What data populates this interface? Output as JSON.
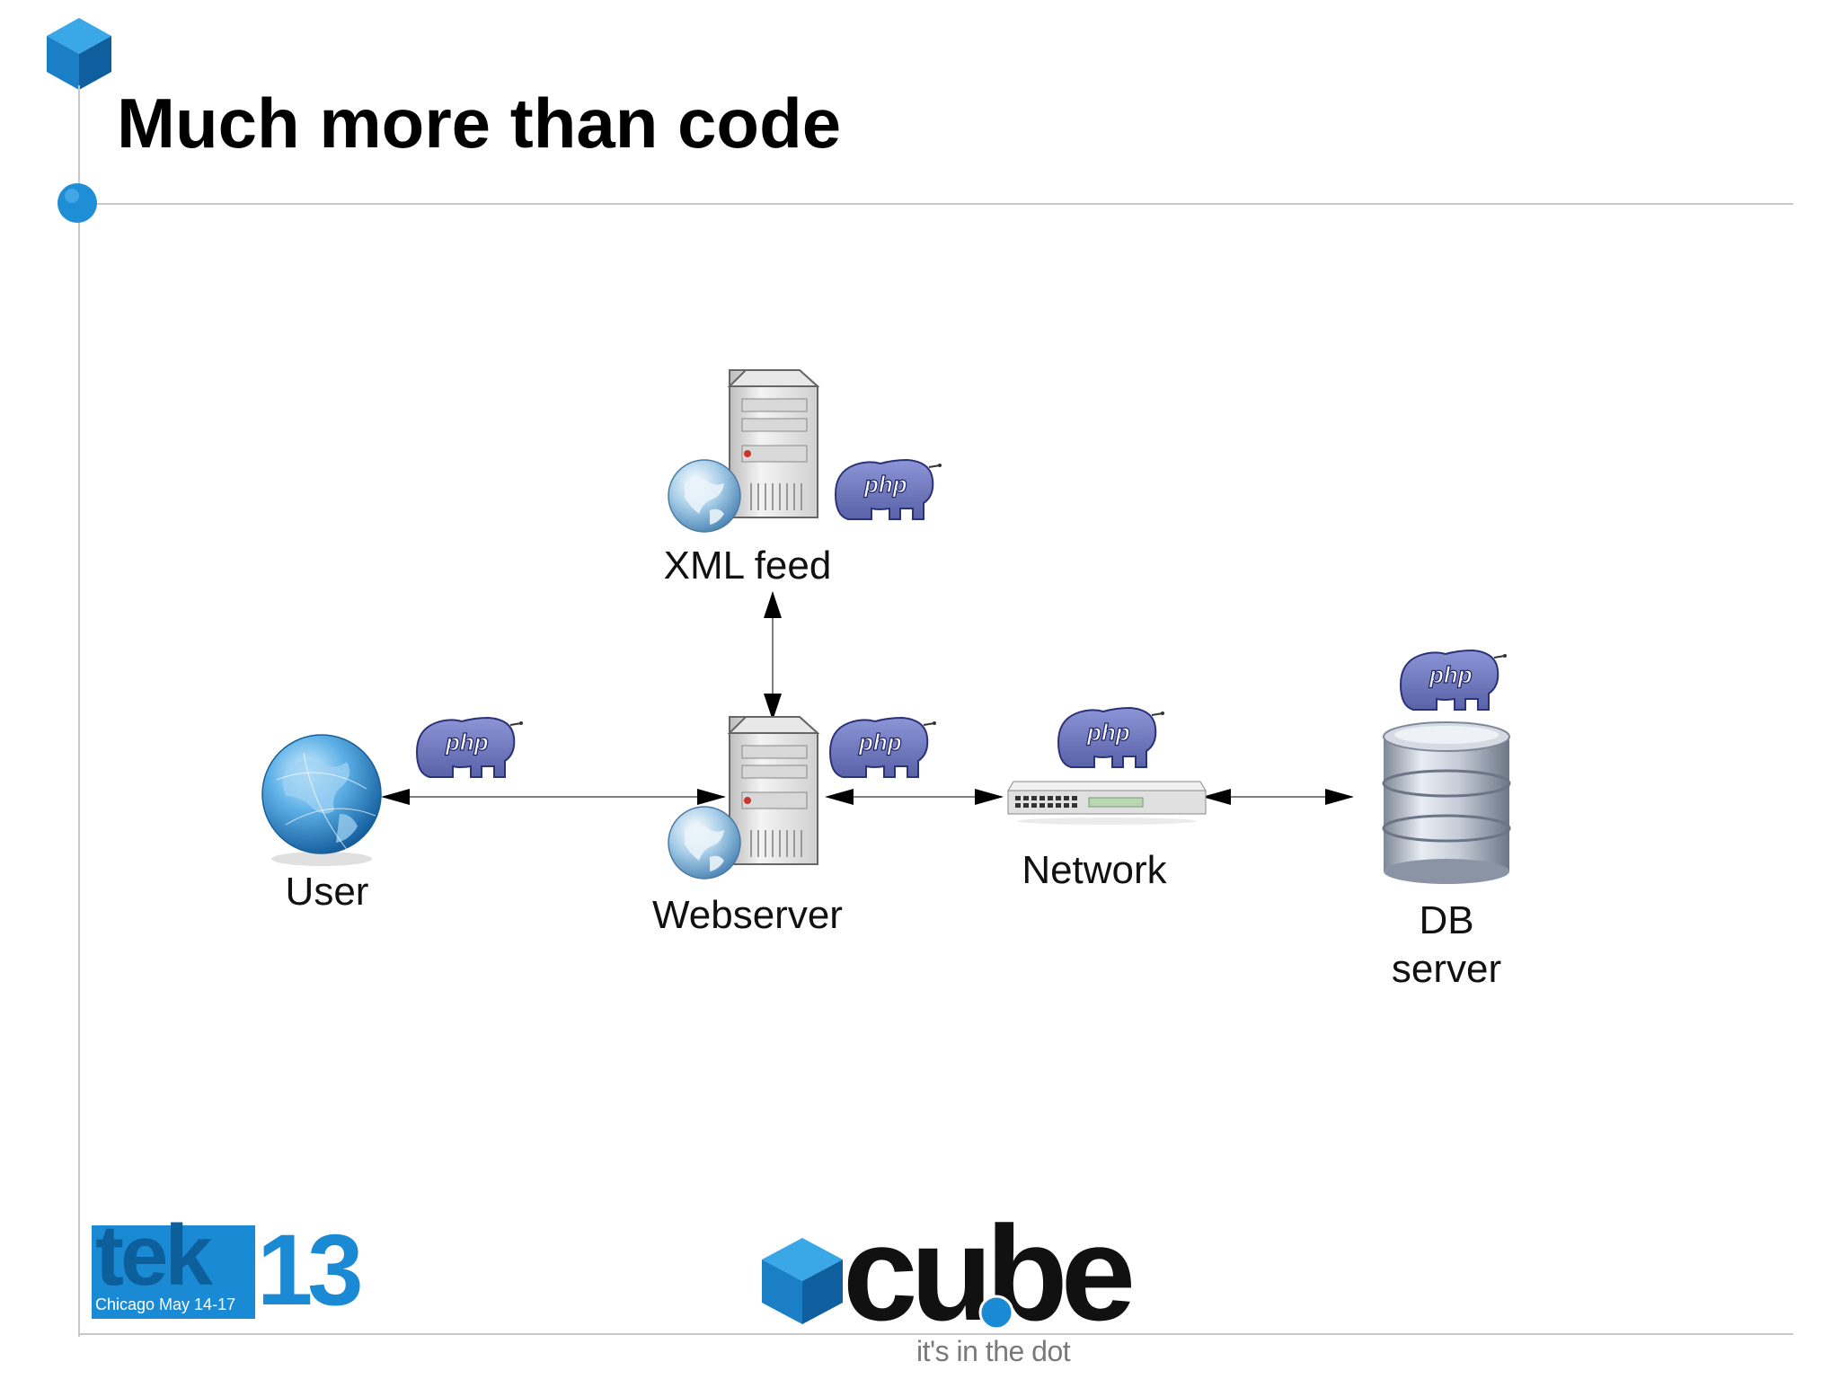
{
  "slide": {
    "title": "Much more than code",
    "accent_color": "#1e8fd6",
    "rule_color": "#c8c8c8"
  },
  "diagram": {
    "nodes": [
      {
        "id": "xml-feed",
        "label": "XML feed",
        "icon": "server-globe-icon"
      },
      {
        "id": "user",
        "label": "User",
        "icon": "globe-icon"
      },
      {
        "id": "webserver",
        "label": "Webserver",
        "icon": "server-globe-icon"
      },
      {
        "id": "network",
        "label": "Network",
        "icon": "network-switch-icon"
      },
      {
        "id": "db-server",
        "label": "DB\nserver",
        "label_line1": "DB",
        "label_line2": "server",
        "icon": "database-icon"
      }
    ],
    "php_badge_text": "php",
    "edges": [
      {
        "from": "webserver",
        "to": "xml-feed",
        "direction": "both"
      },
      {
        "from": "user",
        "to": "webserver",
        "direction": "both"
      },
      {
        "from": "webserver",
        "to": "network",
        "direction": "both"
      },
      {
        "from": "network",
        "to": "db-server",
        "direction": "both"
      }
    ]
  },
  "footer": {
    "tek_logo": {
      "text": "tek",
      "number": "13",
      "subtitle": "Chicago May 14-17",
      "color": "#1a8ad4"
    },
    "cube_logo": {
      "word": "cube",
      "tagline": "it's in the dot",
      "color": "#1a8ad4"
    }
  }
}
